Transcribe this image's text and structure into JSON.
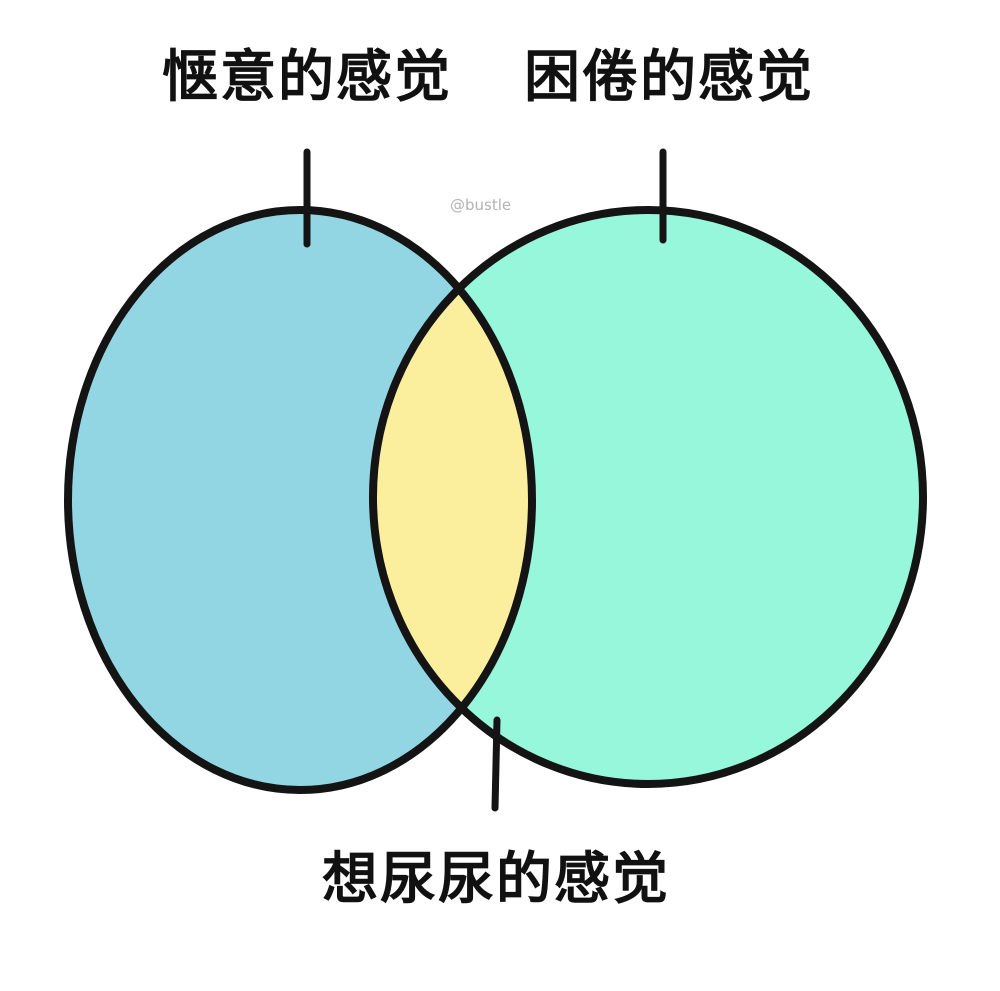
{
  "labels": {
    "left": "惬意的感觉",
    "right": "困倦的感觉",
    "intersection": "想尿尿的感觉"
  },
  "watermark": "@bustle",
  "colors": {
    "left_fill": "#92d6e3",
    "right_fill": "#96f7da",
    "intersection_fill": "#fbef9e",
    "outline": "#141414",
    "text": "#111111",
    "watermark": "#b3b3b3"
  }
}
